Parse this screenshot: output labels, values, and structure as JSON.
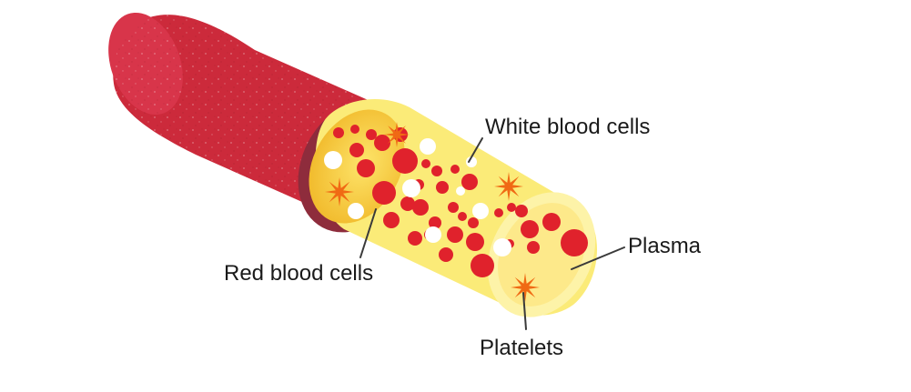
{
  "labels": {
    "white_blood_cells": "White blood cells",
    "red_blood_cells": "Red blood cells",
    "plasma": "Plasma",
    "platelets": "Platelets"
  },
  "colors": {
    "vessel_red": "#cc2a3b",
    "vessel_dark": "#a31e2e",
    "vessel_rim": "#8e2c3c",
    "plasma_yellow": "#fbeb78",
    "plasma_light": "#fdf3a8",
    "plasma_inner": "#f3c62a",
    "red_cell": "#e0222c",
    "white_cell": "#ffffff",
    "platelet": "#f06a14",
    "label_text": "#1a1a1a",
    "leader_line": "#3a3a3a"
  }
}
